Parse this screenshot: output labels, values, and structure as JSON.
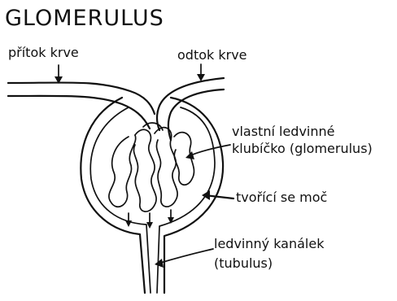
{
  "title": "GLOMERULUS",
  "labels": {
    "inflow": "přítok krve",
    "outflow": "odtok krve",
    "capillary_tuft_line1": "vlastní ledvinné",
    "capillary_tuft_line2": "klubíčko (glomerulus)",
    "urine_forming": "tvořící se moč",
    "tubule_line1": "ledvinný kanálek",
    "tubule_line2": "(tubulus)"
  }
}
